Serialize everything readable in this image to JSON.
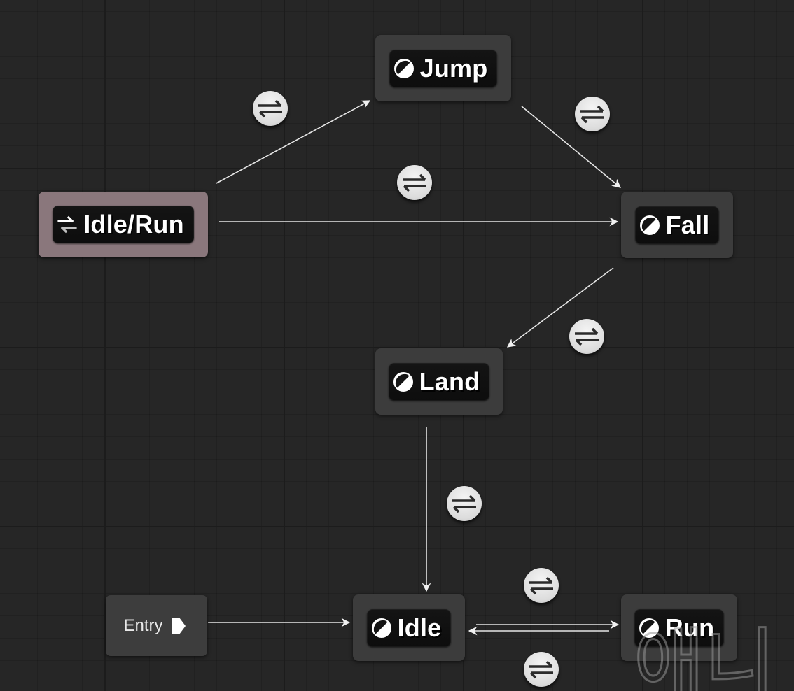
{
  "graph": {
    "background_color": "#262626",
    "wire_color": "#f0f0f0"
  },
  "entry": {
    "label": "Entry",
    "icon": "entry-pin-icon"
  },
  "states": {
    "idle_run": {
      "label": "Idle/Run",
      "kind": "conduit",
      "icon": "conduit-swap-icon",
      "color": "#8a777c"
    },
    "jump": {
      "label": "Jump",
      "kind": "state",
      "icon": "state-half-circle-icon"
    },
    "fall": {
      "label": "Fall",
      "kind": "state",
      "icon": "state-half-circle-icon"
    },
    "land": {
      "label": "Land",
      "kind": "state",
      "icon": "state-half-circle-icon"
    },
    "idle": {
      "label": "Idle",
      "kind": "state",
      "icon": "state-half-circle-icon"
    },
    "run": {
      "label": "Run",
      "kind": "state",
      "icon": "state-half-circle-icon"
    }
  },
  "transitions": [
    {
      "from": "Entry",
      "to": "Idle"
    },
    {
      "from": "Idle/Run",
      "to": "Jump",
      "icon": "transition-rule-icon"
    },
    {
      "from": "Idle/Run",
      "to": "Fall",
      "icon": "transition-rule-icon"
    },
    {
      "from": "Jump",
      "to": "Fall",
      "icon": "transition-rule-icon"
    },
    {
      "from": "Fall",
      "to": "Land",
      "icon": "transition-rule-icon"
    },
    {
      "from": "Land",
      "to": "Idle",
      "icon": "transition-rule-icon"
    },
    {
      "from": "Idle",
      "to": "Run",
      "icon": "transition-rule-icon"
    },
    {
      "from": "Run",
      "to": "Idle",
      "icon": "transition-rule-icon"
    }
  ],
  "watermark": {
    "text": "애니"
  }
}
